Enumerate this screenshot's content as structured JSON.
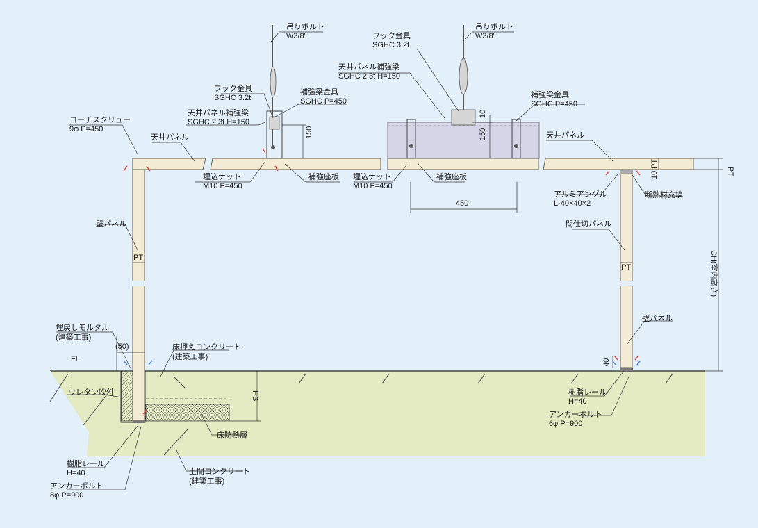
{
  "labels": {
    "tsuri_bolt_1": "吊りボルト",
    "tsuri_bolt_1_spec": "W3/8\"",
    "tsuri_bolt_2": "吊りボルト",
    "tsuri_bolt_2_spec": "W3/8\"",
    "hook_1": "フック金具",
    "hook_1_spec": "SGHC 3.2t",
    "hook_2": "フック金具",
    "hook_2_spec": "SGHC 3.2t",
    "beam_1": "天井パネル補強梁",
    "beam_1_spec": "SGHC 2.3t H=150",
    "beam_2": "天井パネル補強梁",
    "beam_2_spec": "SGHC 2.3t H=150",
    "beam_fitting_1": "補強梁金具",
    "beam_fitting_1_spec": "SGHC P=450",
    "beam_fitting_2": "補強梁金具",
    "beam_fitting_2_spec": "SGHC P=450",
    "coach_screw": "コーチスクリュー",
    "coach_screw_spec": "9φ P=450",
    "ceiling_panel_1": "天井パネル",
    "ceiling_panel_2": "天井パネル",
    "nut_1": "埋込ナット",
    "nut_1_spec": "M10 P=450",
    "nut_2": "埋込ナット",
    "nut_2_spec": "M10 P=450",
    "seat_plate_1": "補強座板",
    "seat_plate_2": "補強座板",
    "alum_angle": "アルミアングル",
    "alum_angle_spec": "L-40×40×2",
    "insulation_fill": "断熱材充填",
    "partition_panel": "間仕切パネル",
    "wall_panel_left": "壁パネル",
    "wall_panel_right": "壁パネル",
    "backfill_mortar": "埋戻しモルタル",
    "backfill_mortar_note": "(建築工事)",
    "floor_concrete": "床押えコンクリート",
    "floor_concrete_note": "(建築工事)",
    "urethane": "ウレタン吹付",
    "floor_insulation": "床防熱層",
    "resin_rail_left": "樹脂レール",
    "resin_rail_left_spec": "H=40",
    "anchor_left": "アンカーボルト",
    "anchor_left_spec": "8φ P=900",
    "earth_concrete": "土間コンクリート",
    "earth_concrete_note": "(建築工事)",
    "resin_rail_right": "樹脂レール",
    "resin_rail_right_spec": "H=40",
    "anchor_right": "アンカーボルト",
    "anchor_right_spec": "6φ P=900",
    "fl": "FL",
    "hs": "HS",
    "ch": "CH(室内高さ)",
    "pt_right": "PT"
  },
  "dimensions": {
    "d150_left": "150",
    "d10_mid": "10",
    "d150_mid": "150",
    "d450": "450",
    "d50": "(50)",
    "pt_wall_left": "PT",
    "pt_wall_right": "PT",
    "pt_ceiling_right": "PT",
    "d10_right": "10",
    "d40_right": "40"
  },
  "colors": {
    "background": "#e4f0f9",
    "panel_fill": "#f3ebd3",
    "ground": "#e4ebc3",
    "beam_fill": "#d5d5e8",
    "red_marker": "#d9302c",
    "blue_marker": "#3a6fd8"
  }
}
